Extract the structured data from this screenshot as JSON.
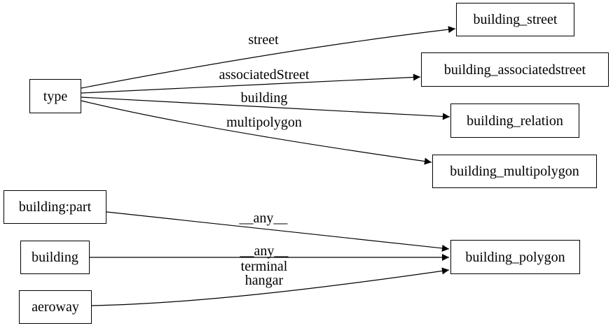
{
  "diagram": {
    "nodes": {
      "type": {
        "label": "type"
      },
      "building_part": {
        "label": "building:part"
      },
      "building": {
        "label": "building"
      },
      "aeroway": {
        "label": "aeroway"
      },
      "building_street": {
        "label": "building_street"
      },
      "building_associatedstreet": {
        "label": "building_associatedstreet"
      },
      "building_relation": {
        "label": "building_relation"
      },
      "building_multipolygon": {
        "label": "building_multipolygon"
      },
      "building_polygon": {
        "label": "building_polygon"
      }
    },
    "edges": [
      {
        "from": "type",
        "to": "building_street",
        "label": "street"
      },
      {
        "from": "type",
        "to": "building_associatedstreet",
        "label": "associatedStreet"
      },
      {
        "from": "type",
        "to": "building_relation",
        "label": "building"
      },
      {
        "from": "type",
        "to": "building_multipolygon",
        "label": "multipolygon"
      },
      {
        "from": "building:part",
        "to": "building_polygon",
        "label": "__any__"
      },
      {
        "from": "building",
        "to": "building_polygon",
        "label": "__any__"
      },
      {
        "from": "aeroway",
        "to": "building_polygon",
        "labels": [
          "terminal",
          "hangar"
        ]
      }
    ],
    "colors": {
      "background": "#ffffff",
      "node_border": "#000000",
      "text": "#000000",
      "edge": "#000000"
    }
  }
}
